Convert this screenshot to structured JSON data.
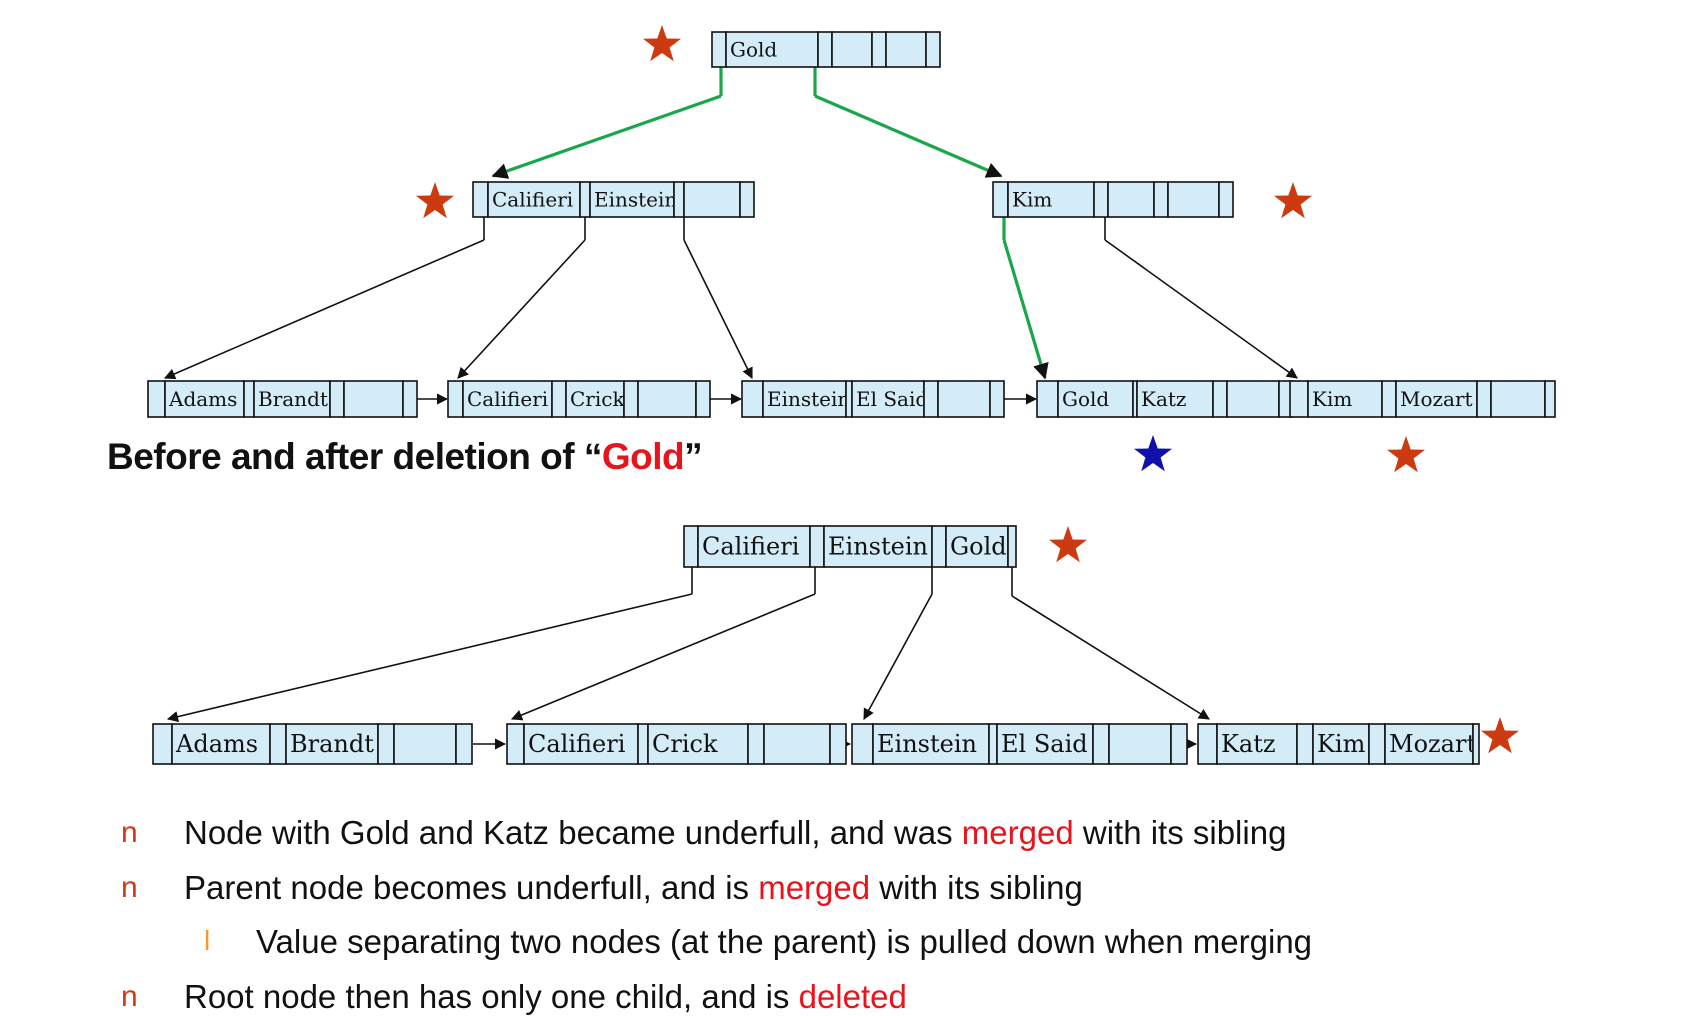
{
  "colors": {
    "node_fill": "#d3ecf8",
    "highlight_pointer": "#1aa64a",
    "star_red": "#cc3a10",
    "star_blue": "#1010aa",
    "text_highlight": "#e8141c"
  },
  "icons": [
    "star-icon",
    "bullet-n-icon",
    "bullet-l-icon"
  ],
  "caption": {
    "prefix": "Before and after deletion of ",
    "open_quote": "“",
    "word": "Gold",
    "close_quote": "”"
  },
  "before_tree": {
    "root": [
      "Gold"
    ],
    "internal": [
      [
        "Califieri",
        "Einstein"
      ],
      [
        "Kim"
      ]
    ],
    "leaves": [
      [
        "Adams",
        "Brandt"
      ],
      [
        "Califieri",
        "Crick"
      ],
      [
        "Einstein",
        "El Said"
      ],
      [
        "Gold",
        "Katz"
      ],
      [
        "Kim",
        "Mozart"
      ]
    ]
  },
  "after_tree": {
    "root": [
      "Califieri",
      "Einstein",
      "Gold"
    ],
    "leaves": [
      [
        "Adams",
        "Brandt"
      ],
      [
        "Califieri",
        "Crick"
      ],
      [
        "Einstein",
        "El Said"
      ],
      [
        "Katz",
        "Kim",
        "Mozart"
      ]
    ]
  },
  "bullets": [
    {
      "level": 1,
      "marker": "n",
      "pre": "Node with Gold and Katz became underfull, and was ",
      "hl": "merged",
      "post": " with its sibling"
    },
    {
      "level": 1,
      "marker": "n",
      "pre": "Parent node becomes underfull, and is ",
      "hl": "merged",
      "post": " with its sibling"
    },
    {
      "level": 2,
      "marker": "l",
      "pre": "Value separating two nodes (at the parent) is pulled down when merging",
      "hl": "",
      "post": ""
    },
    {
      "level": 1,
      "marker": "n",
      "pre": "Root node then has only one child, and is ",
      "hl": "deleted",
      "post": ""
    }
  ]
}
